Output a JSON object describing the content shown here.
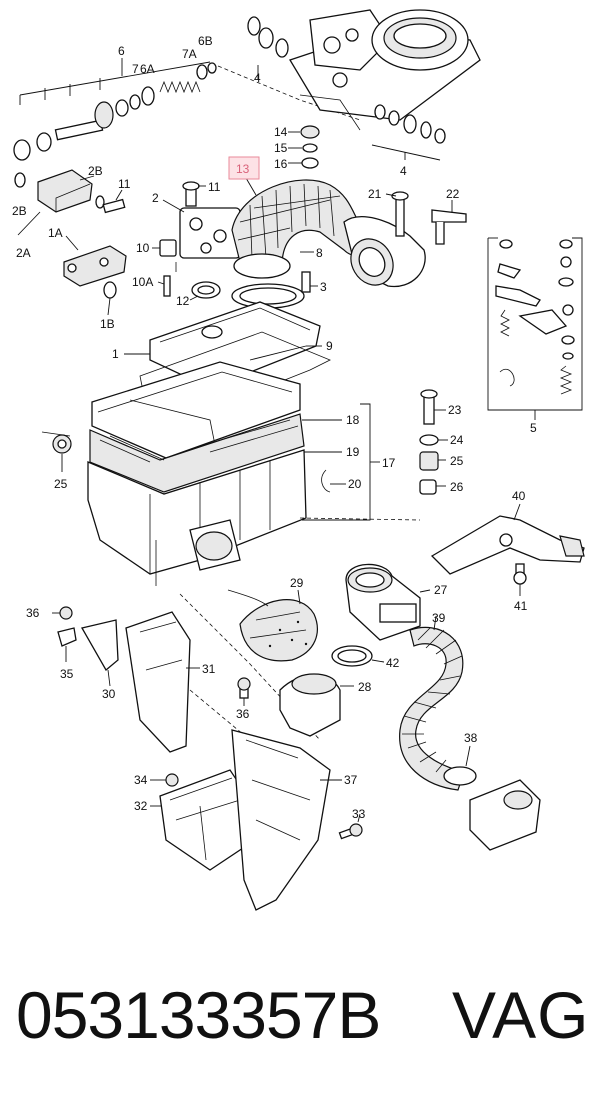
{
  "diagram": {
    "highlighted_label": "13",
    "labels": [
      {
        "id": "l6",
        "text": "6"
      },
      {
        "id": "l7",
        "text": "7"
      },
      {
        "id": "l6A",
        "text": "6A"
      },
      {
        "id": "l7A",
        "text": "7A"
      },
      {
        "id": "l6B",
        "text": "6B"
      },
      {
        "id": "l4a",
        "text": "4"
      },
      {
        "id": "l4b",
        "text": "4"
      },
      {
        "id": "l14",
        "text": "14"
      },
      {
        "id": "l15",
        "text": "15"
      },
      {
        "id": "l16",
        "text": "16"
      },
      {
        "id": "l2B",
        "text": "2B"
      },
      {
        "id": "l2Bb",
        "text": "2B"
      },
      {
        "id": "l2A",
        "text": "2A"
      },
      {
        "id": "l11a",
        "text": "11"
      },
      {
        "id": "l11b",
        "text": "11"
      },
      {
        "id": "l2",
        "text": "2"
      },
      {
        "id": "l1A",
        "text": "1A"
      },
      {
        "id": "l10",
        "text": "10"
      },
      {
        "id": "l10A",
        "text": "10A"
      },
      {
        "id": "l12",
        "text": "12"
      },
      {
        "id": "l8",
        "text": "8"
      },
      {
        "id": "l3",
        "text": "3"
      },
      {
        "id": "l21",
        "text": "21"
      },
      {
        "id": "l22",
        "text": "22"
      },
      {
        "id": "l1B",
        "text": "1B"
      },
      {
        "id": "l1",
        "text": "1"
      },
      {
        "id": "l9",
        "text": "9"
      },
      {
        "id": "l5",
        "text": "5"
      },
      {
        "id": "l23",
        "text": "23"
      },
      {
        "id": "l24",
        "text": "24"
      },
      {
        "id": "l25a",
        "text": "25"
      },
      {
        "id": "l25b",
        "text": "25"
      },
      {
        "id": "l26",
        "text": "26"
      },
      {
        "id": "l18",
        "text": "18"
      },
      {
        "id": "l19",
        "text": "19"
      },
      {
        "id": "l17",
        "text": "17"
      },
      {
        "id": "l20",
        "text": "20"
      },
      {
        "id": "l40",
        "text": "40"
      },
      {
        "id": "l41",
        "text": "41"
      },
      {
        "id": "l29",
        "text": "29"
      },
      {
        "id": "l27",
        "text": "27"
      },
      {
        "id": "l36a",
        "text": "36"
      },
      {
        "id": "l36b",
        "text": "36"
      },
      {
        "id": "l35",
        "text": "35"
      },
      {
        "id": "l30",
        "text": "30"
      },
      {
        "id": "l31",
        "text": "31"
      },
      {
        "id": "l28",
        "text": "28"
      },
      {
        "id": "l42",
        "text": "42"
      },
      {
        "id": "l39",
        "text": "39"
      },
      {
        "id": "l38",
        "text": "38"
      },
      {
        "id": "l34",
        "text": "34"
      },
      {
        "id": "l32",
        "text": "32"
      },
      {
        "id": "l37",
        "text": "37"
      },
      {
        "id": "l33",
        "text": "33"
      }
    ]
  },
  "footer": {
    "part_number": "053133357B",
    "brand": "VAG"
  }
}
